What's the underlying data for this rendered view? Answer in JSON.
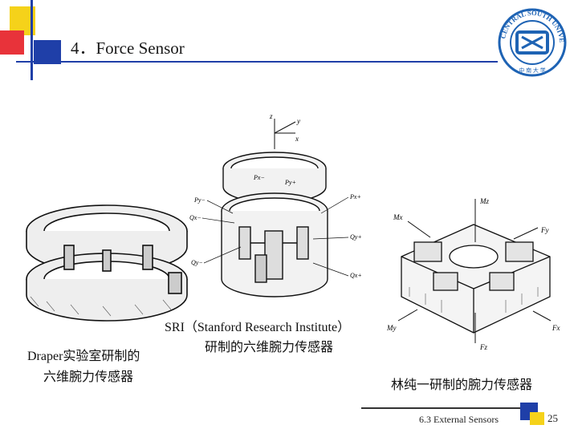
{
  "slide": {
    "title": "4．Force Sensor",
    "captions": {
      "draper_line1": "Draper实验室研制的",
      "draper_line2": "六维腕力传感器",
      "sri_line1": "SRI（Stanford Research Institute）",
      "sri_line2": "研制的六维腕力传感器",
      "lin_line1": "林纯一研制的腕力传感器"
    },
    "footer": {
      "section": "6.3  External Sensors",
      "page_number": "25"
    },
    "logo": {
      "ring_text": "CENTRAL SOUTH UNIVERSITY",
      "bottom_text": "中 南 大 学"
    },
    "sri_labels": {
      "z": "z",
      "y": "y",
      "x": "x",
      "px_minus": "Px−",
      "py_plus": "Py+",
      "py_minus": "Py−",
      "px_plus": "Px+",
      "qx_minus": "Qx−",
      "qy_plus": "Qy+",
      "qy_minus": "Qy−",
      "qx_plus": "Qx+"
    },
    "lin_labels": {
      "mz": "Mz",
      "mx": "Mx",
      "fy": "Fy",
      "my": "My",
      "fx": "Fx",
      "fz": "Fz"
    },
    "colors": {
      "accent_yellow": "#f5d21a",
      "accent_red": "#e8333a",
      "accent_blue": "#1f3fa8",
      "logo_blue": "#1e63b4"
    }
  }
}
